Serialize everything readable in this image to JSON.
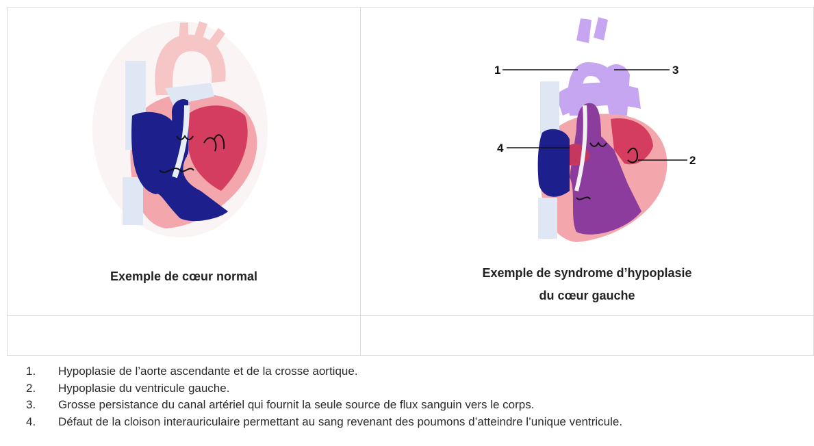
{
  "figures": {
    "normal": {
      "caption": "Exemple de cœur normal"
    },
    "hlhs": {
      "caption_line1": "Exemple de syndrome d’hypoplasie",
      "caption_line2": "du cœur gauche",
      "labels": [
        "1",
        "2",
        "3",
        "4"
      ]
    }
  },
  "notes": [
    {
      "num": "1.",
      "text": "Hypoplasie de l’aorte ascendante et de la crosse aortique."
    },
    {
      "num": "2.",
      "text": "Hypoplasie du ventricule gauche."
    },
    {
      "num": "3.",
      "text": "Grosse persistance du canal artériel qui fournit la seule source de flux sanguin vers le corps."
    },
    {
      "num": "4.",
      "text": "Défaut de la cloison interauriculaire permettant au sang revenant des poumons d’atteindre l’unique ventricule."
    }
  ]
}
